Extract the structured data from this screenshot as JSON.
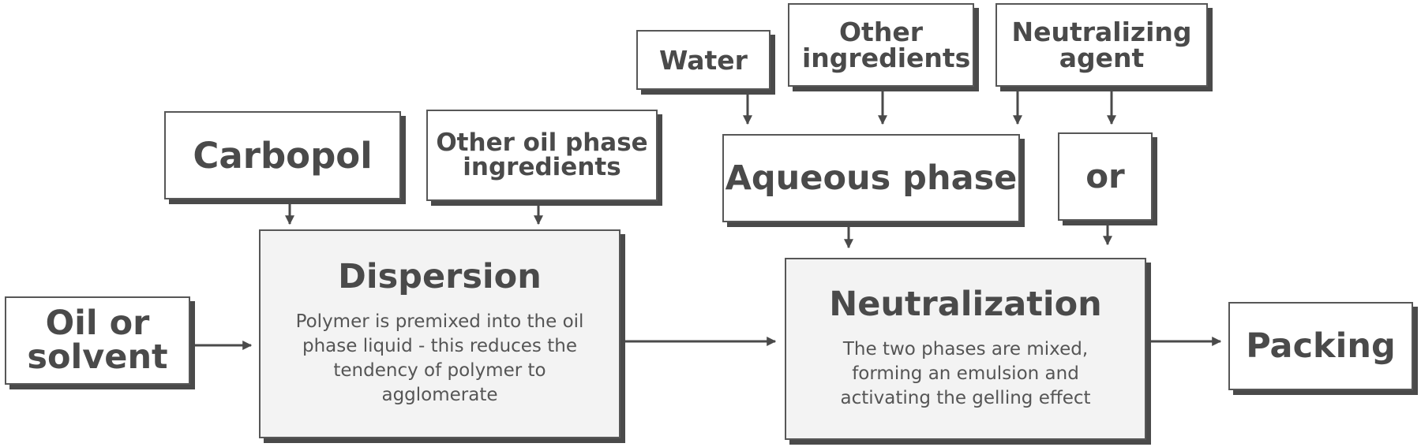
{
  "nodes": {
    "water": "Water",
    "other_ingredients": "Other ingredients",
    "neutralizing_agent": "Neutralizing agent",
    "carbopol": "Carbopol",
    "other_oil_phase": "Other oil phase ingredients",
    "aqueous_phase": "Aqueous phase",
    "or": "or",
    "oil_or_solvent": "Oil or solvent",
    "dispersion": {
      "title": "Dispersion",
      "description": "Polymer is premixed into the oil phase liquid - this reduces the tendency of polymer to agglomerate"
    },
    "neutralization": {
      "title": "Neutralization",
      "description": "The two phases are mixed, forming an emulsion and activating the gelling effect"
    },
    "packing": "Packing"
  },
  "colors": {
    "stroke": "#575757",
    "text": "#4a4a4a",
    "shadow": "#4a4a4a",
    "process_fill": "#f3f3f3"
  }
}
